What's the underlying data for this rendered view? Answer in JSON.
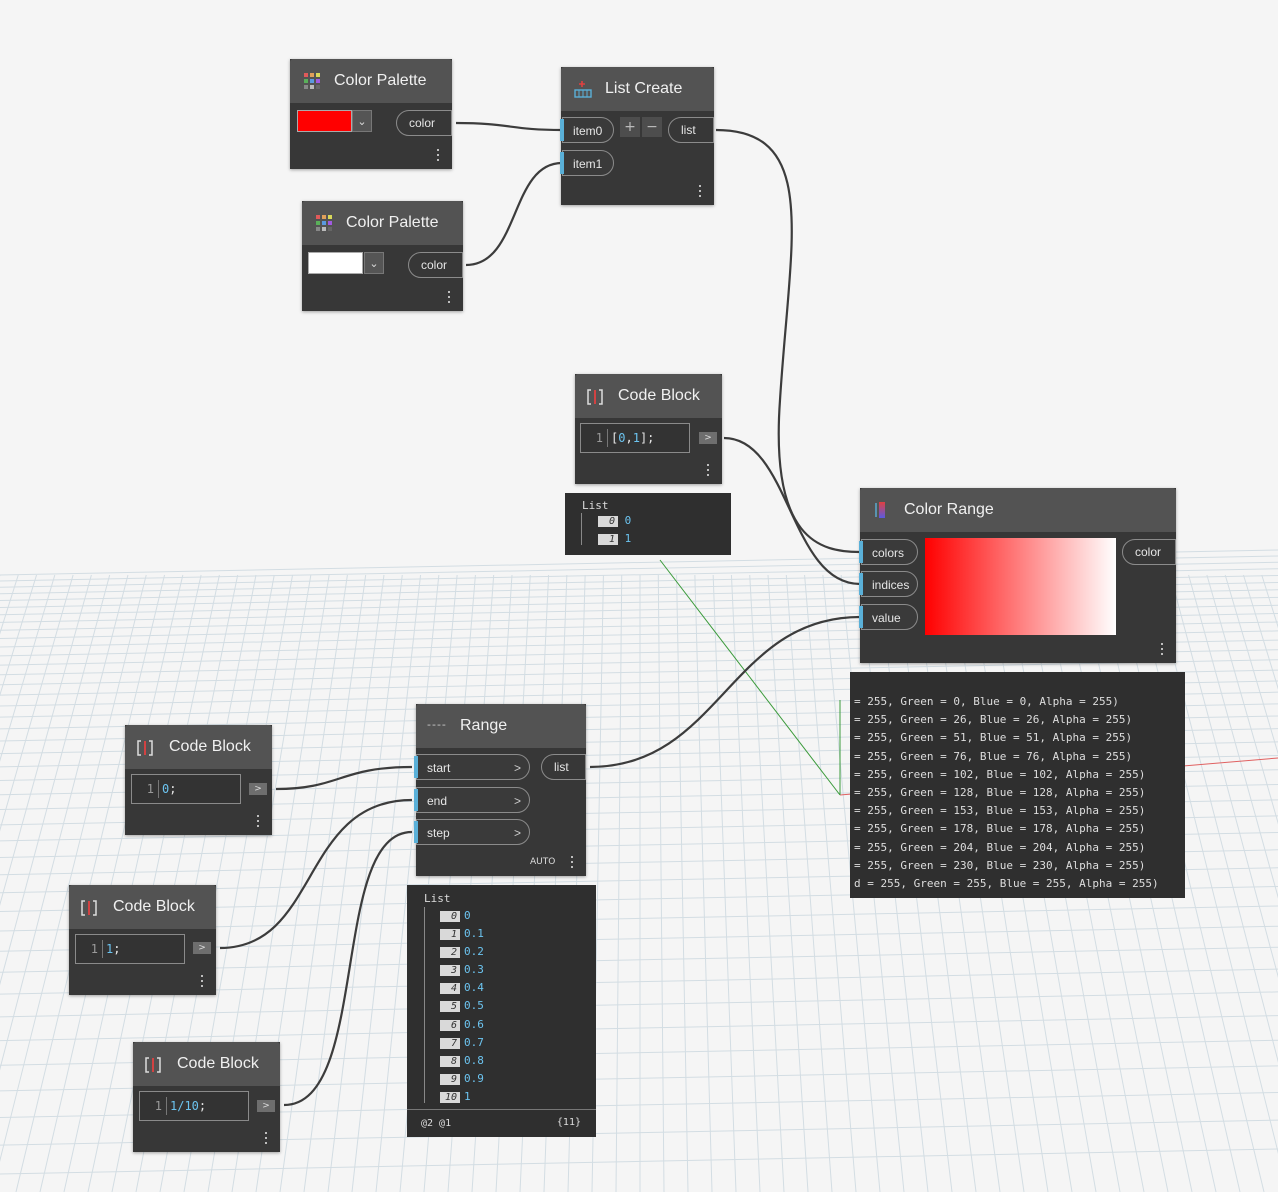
{
  "nodes": {
    "color_palette_1": {
      "title": "Color Palette",
      "swatch_color": "#ff0000",
      "output": "color"
    },
    "color_palette_2": {
      "title": "Color Palette",
      "swatch_color": "#ffffff",
      "output": "color"
    },
    "list_create": {
      "title": "List Create",
      "inputs": [
        "item0",
        "item1"
      ],
      "output": "list",
      "add": "+",
      "remove": "−"
    },
    "code_block_list": {
      "title": "Code Block",
      "line_no": "1",
      "code_a": "[",
      "code_num1": "0",
      "code_b": ",",
      "code_num2": "1",
      "code_c": "];",
      "out": ">"
    },
    "color_range": {
      "title": "Color Range",
      "inputs": [
        "colors",
        "indices",
        "value"
      ],
      "output": "color",
      "gradient_from": "#ff0000",
      "gradient_to": "#ffffff"
    },
    "range": {
      "title": "Range",
      "icon_text": "----",
      "inputs": [
        "start",
        "end",
        "step"
      ],
      "output": "list",
      "lacing": "AUTO"
    },
    "code_block_start": {
      "title": "Code Block",
      "line_no": "1",
      "code_num": "0",
      "code_end": ";",
      "out": ">"
    },
    "code_block_end": {
      "title": "Code Block",
      "line_no": "1",
      "code_num": "1",
      "code_end": ";",
      "out": ">"
    },
    "code_block_step": {
      "title": "Code Block",
      "line_no": "1",
      "code_num": "1/10",
      "code_end": ";",
      "out": ">"
    }
  },
  "previews": {
    "code_block_list": {
      "header": "List",
      "items": [
        {
          "i": "0",
          "v": "0"
        },
        {
          "i": "1",
          "v": "1"
        }
      ]
    },
    "range": {
      "header": "List",
      "items": [
        {
          "i": "0",
          "v": "0"
        },
        {
          "i": "1",
          "v": "0.1"
        },
        {
          "i": "2",
          "v": "0.2"
        },
        {
          "i": "3",
          "v": "0.3"
        },
        {
          "i": "4",
          "v": "0.4"
        },
        {
          "i": "5",
          "v": "0.5"
        },
        {
          "i": "6",
          "v": "0.6"
        },
        {
          "i": "7",
          "v": "0.7"
        },
        {
          "i": "8",
          "v": "0.8"
        },
        {
          "i": "9",
          "v": "0.9"
        },
        {
          "i": "10",
          "v": "1"
        }
      ],
      "footer_left": "@2 @1",
      "footer_right": "{11}"
    },
    "color_range": {
      "lines": [
        "= 255, Green = 0, Blue = 0, Alpha = 255)",
        "= 255, Green = 26, Blue = 26, Alpha = 255)",
        "= 255, Green = 51, Blue = 51, Alpha = 255)",
        "= 255, Green = 76, Blue = 76, Alpha = 255)",
        "= 255, Green = 102, Blue = 102, Alpha = 255)",
        "= 255, Green = 128, Blue = 128, Alpha = 255)",
        "= 255, Green = 153, Blue = 153, Alpha = 255)",
        "= 255, Green = 178, Blue = 178, Alpha = 255)",
        "= 255, Green = 204, Blue = 204, Alpha = 255)",
        "= 255, Green = 230, Blue = 230, Alpha = 255)",
        "d = 255, Green = 255, Blue = 255, Alpha = 255)"
      ]
    }
  },
  "colors": {
    "canvas": "#f5f5f5",
    "node_body": "#373737",
    "node_header": "#535353",
    "wire": "#3c3c3c",
    "port_accent": "#5ab0d8",
    "value_text": "#6cc4f0"
  }
}
